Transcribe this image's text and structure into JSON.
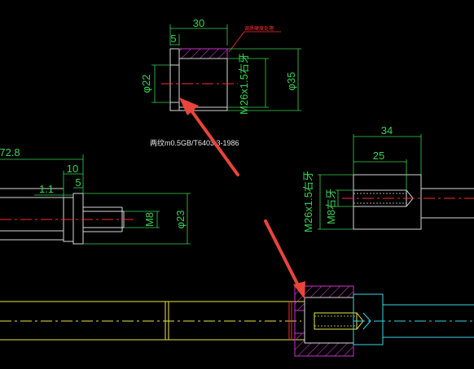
{
  "colors": {
    "background": "#000000",
    "dimension": "#39d353",
    "outline": "#d9d9d9",
    "hatch": "#cc33cc",
    "center": "#ff2b2b",
    "shaft_yellow": "#e8e84a",
    "shaft_cyan": "#3bd6e6",
    "arrow": "#e8453c"
  },
  "top_part": {
    "dim_width": "30",
    "dim_chamfer": "5",
    "dim_inner_dia": "φ22",
    "thread_label": "M26x1.5右牙",
    "dim_outer_dia": "φ35",
    "red_note": "调质硬度处理",
    "tolerance_note": "两纹m0.5GB/T6403.3-1986"
  },
  "left_part": {
    "dim_overall": "72.8",
    "dim_10": "10",
    "dim_5": "5",
    "dim_1_1": "1.1",
    "thread_label": "M8",
    "dim_dia": "φ23"
  },
  "right_part": {
    "dim_34": "34",
    "dim_25": "25",
    "thread_label_outer": "M26x1.5右牙",
    "thread_label_inner": "M8右牙"
  },
  "icons": {
    "pointer_arrow_1": "arrow-up-left-icon",
    "pointer_arrow_2": "arrow-down-right-icon"
  }
}
